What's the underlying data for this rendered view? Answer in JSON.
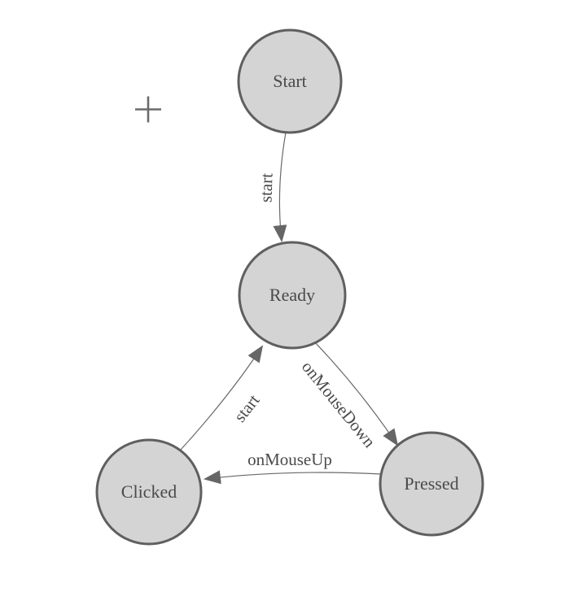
{
  "diagram": {
    "type": "state-machine",
    "nodes": [
      {
        "id": "start",
        "label": "Start"
      },
      {
        "id": "ready",
        "label": "Ready"
      },
      {
        "id": "clicked",
        "label": "Clicked"
      },
      {
        "id": "pressed",
        "label": "Pressed"
      }
    ],
    "edges": [
      {
        "from": "start",
        "to": "ready",
        "label": "start"
      },
      {
        "from": "ready",
        "to": "pressed",
        "label": "onMouseDown"
      },
      {
        "from": "pressed",
        "to": "clicked",
        "label": "onMouseUp"
      },
      {
        "from": "clicked",
        "to": "ready",
        "label": "start"
      }
    ],
    "colors": {
      "background": "#ffffff",
      "node_fill": "#d4d4d4",
      "node_stroke": "#5f5f5f",
      "edge_line": "#696969",
      "arrowhead": "#666666",
      "text": "#4a4a4a"
    },
    "plus_marker": "+"
  }
}
